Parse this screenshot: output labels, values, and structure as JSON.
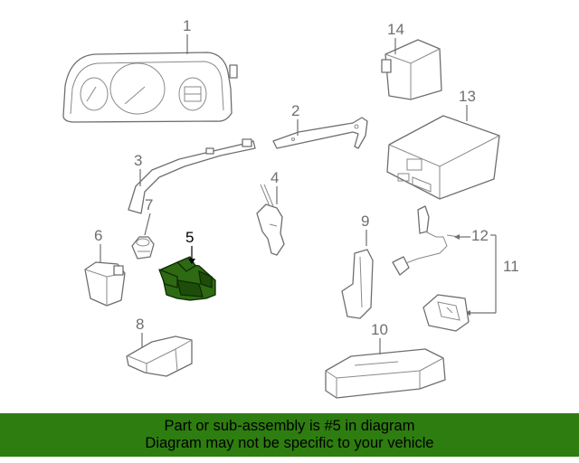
{
  "diagram": {
    "callouts": [
      {
        "id": "1",
        "label": "1"
      },
      {
        "id": "2",
        "label": "2"
      },
      {
        "id": "3",
        "label": "3"
      },
      {
        "id": "4",
        "label": "4"
      },
      {
        "id": "5",
        "label": "5",
        "highlighted": true
      },
      {
        "id": "6",
        "label": "6"
      },
      {
        "id": "7",
        "label": "7"
      },
      {
        "id": "8",
        "label": "8"
      },
      {
        "id": "9",
        "label": "9"
      },
      {
        "id": "10",
        "label": "10"
      },
      {
        "id": "11",
        "label": "11"
      },
      {
        "id": "12",
        "label": "12"
      },
      {
        "id": "13",
        "label": "13"
      },
      {
        "id": "14",
        "label": "14"
      }
    ],
    "highlight_color": "#2d6a12"
  },
  "banner": {
    "line1": "Part or sub-assembly is #5 in diagram",
    "line2": "Diagram may not be specific to your vehicle",
    "background": "#2e7d10"
  }
}
